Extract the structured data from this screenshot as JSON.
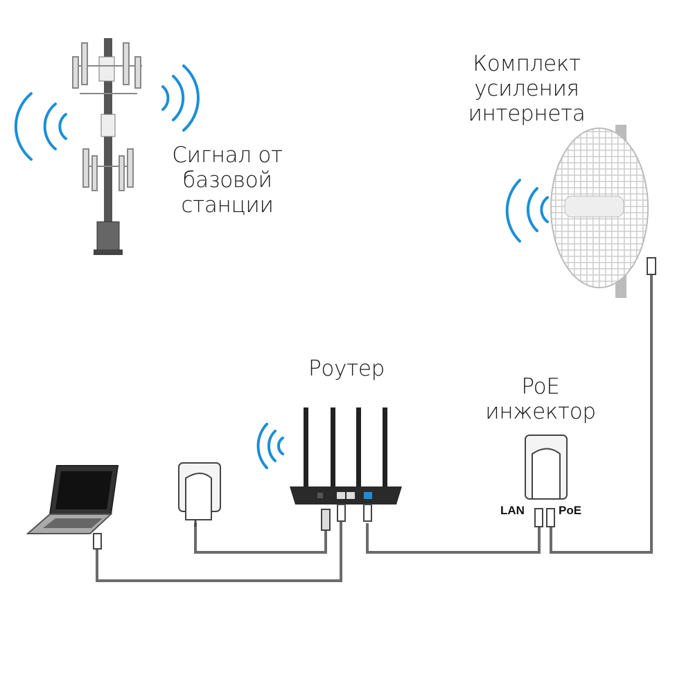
{
  "labels": {
    "tower": [
      "Сигнал от",
      "базовой",
      "станции"
    ],
    "kit": [
      "Комплект",
      "усиления",
      "интернета"
    ],
    "router": "Роутер",
    "injector": [
      "PoE",
      "инжектор"
    ],
    "port_lan": "LAN",
    "port_poe": "PoE"
  },
  "colors": {
    "signal": "#1a8fd8",
    "cable": "#6b6b6b",
    "router_body": "#2a2a2a"
  }
}
